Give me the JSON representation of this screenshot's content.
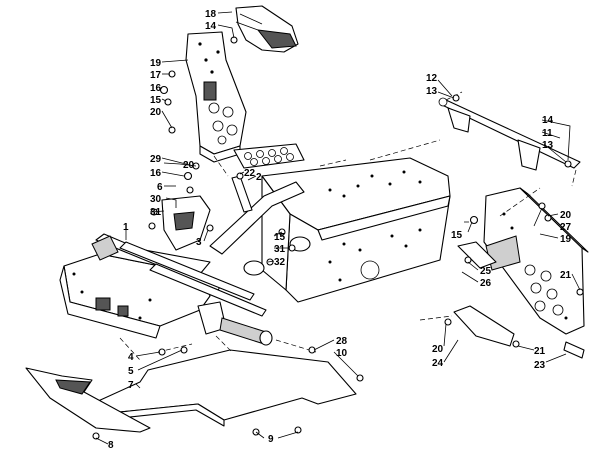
{
  "labels": {
    "c1": "1",
    "c2": "2",
    "c3": "3",
    "c4": "4",
    "c5": "5",
    "c6": "6",
    "c7": "7",
    "c8": "8",
    "c9": "9",
    "c10": "10",
    "c11": "11",
    "c12": "12",
    "c13a": "13",
    "c13b": "13",
    "c14a": "14",
    "c14b": "14",
    "c15a": "15",
    "c15b": "15",
    "c15c": "15",
    "c16a": "16",
    "c16b": "16",
    "c17": "17",
    "c18": "18",
    "c19a": "19",
    "c19b": "19",
    "c20a": "20",
    "c20b": "20",
    "c20c": "20",
    "c20d": "20",
    "c21a": "21",
    "c21b": "21",
    "c22": "22",
    "c23": "23",
    "c24": "24",
    "c25": "25",
    "c26": "26",
    "c27": "27",
    "c28": "28",
    "c29": "29",
    "c30": "30",
    "c31a": "31",
    "c31b": "31",
    "c32": "32"
  }
}
